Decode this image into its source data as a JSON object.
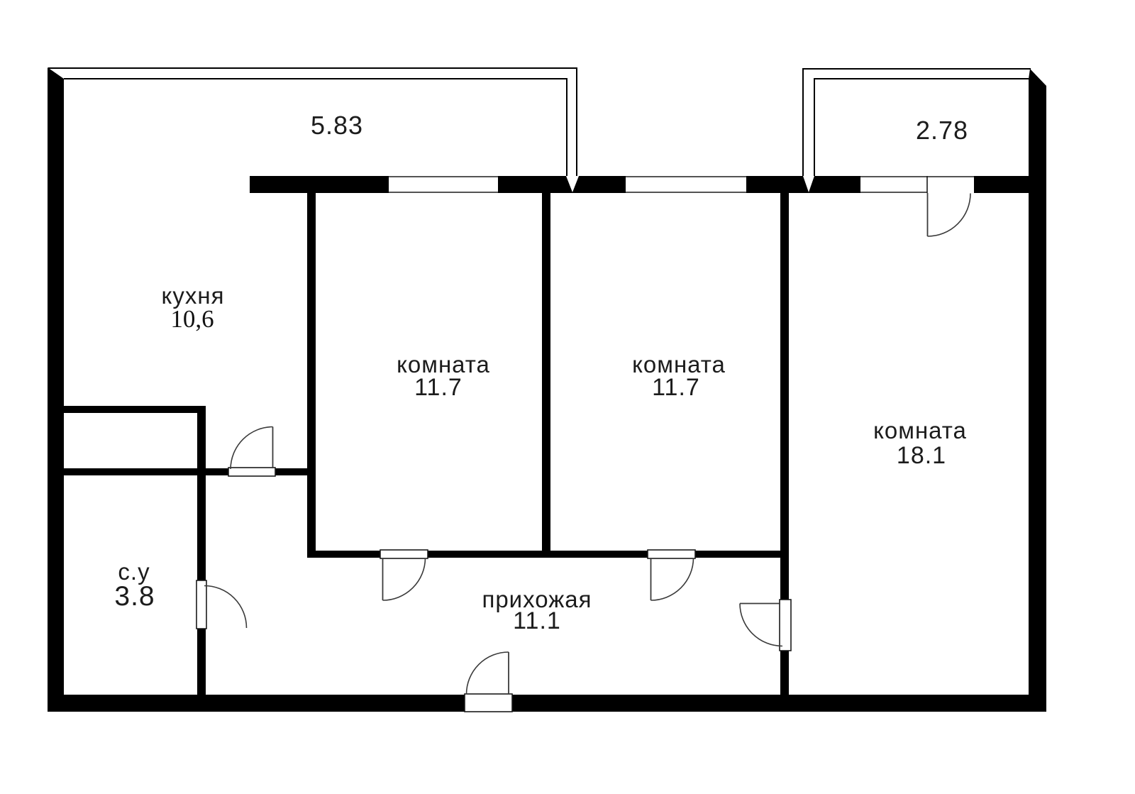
{
  "rooms": {
    "kitchen": {
      "label": "кухня",
      "area": "10,6"
    },
    "room1": {
      "label": "комната",
      "area": "11.7"
    },
    "room2": {
      "label": "комната",
      "area": "11.7"
    },
    "room3": {
      "label": "комната",
      "area": "18.1"
    },
    "hallway": {
      "label": "прихожая",
      "area": "11.1"
    },
    "bathroom": {
      "label": "с.у",
      "area": "3.8"
    }
  },
  "balconies": {
    "top_left": {
      "dimension": "5.83"
    },
    "top_right": {
      "dimension": "2.78"
    }
  },
  "colors": {
    "walls": "#000000",
    "background": "#ffffff",
    "text": "#1c1c1c"
  }
}
